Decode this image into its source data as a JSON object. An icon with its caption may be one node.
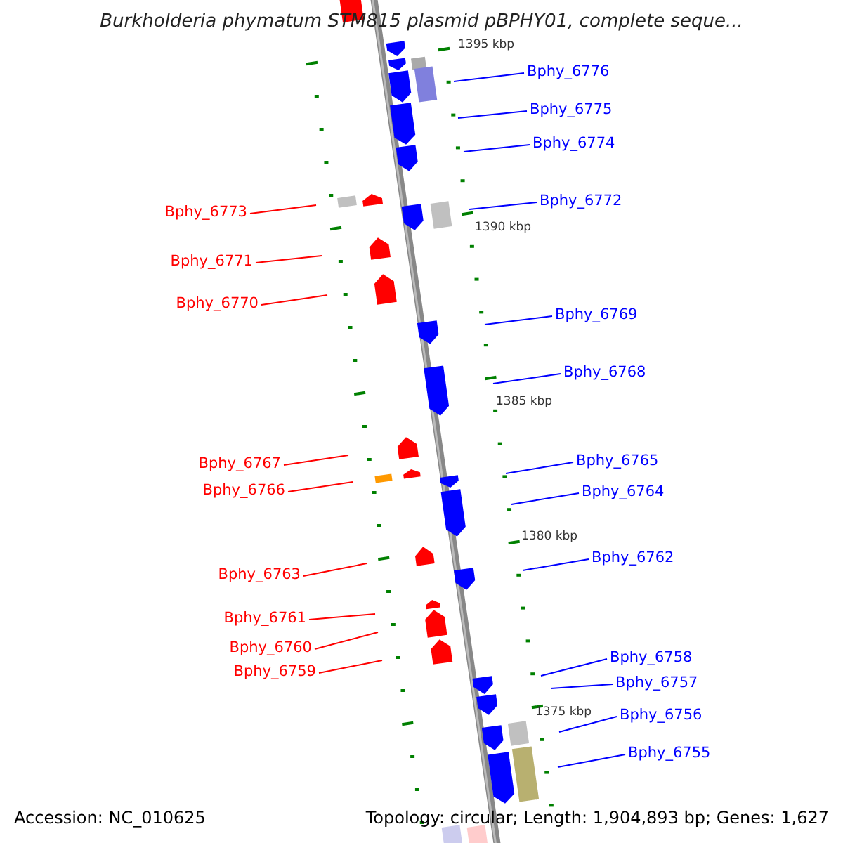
{
  "diagram": {
    "title": "Burkholderia phymatum STM815 plasmid pBPHY01, complete seque...",
    "nodes": [
      {
        "text": [
          "Bphy_6776"
        ]
      },
      {
        "text": [
          "Bphy_6775"
        ]
      },
      {
        "text": [
          "Bphy_6774"
        ]
      },
      {
        "text": [
          "Bphy_6772"
        ]
      },
      {
        "text": [
          "Bphy_6773"
        ]
      },
      {
        "text": [
          "Bphy_6771"
        ]
      },
      {
        "text": [
          "Bphy_6770"
        ]
      },
      {
        "text": [
          "Bphy_6769"
        ]
      },
      {
        "text": [
          "Bphy_6768"
        ]
      },
      {
        "text": [
          "Bphy_6767"
        ]
      },
      {
        "text": [
          "Bphy_6765"
        ]
      },
      {
        "text": [
          "Bphy_6766"
        ]
      },
      {
        "text": [
          "Bphy_6764"
        ]
      },
      {
        "text": [
          "Bphy_6762"
        ]
      },
      {
        "text": [
          "Bphy_6763"
        ]
      },
      {
        "text": [
          "Bphy_6761"
        ]
      },
      {
        "text": [
          "Bphy_6760"
        ]
      },
      {
        "text": [
          "Bphy_6758"
        ]
      },
      {
        "text": [
          "Bphy_6759"
        ]
      },
      {
        "text": [
          "Bphy_6757"
        ]
      },
      {
        "text": [
          "Bphy_6756"
        ]
      },
      {
        "text": [
          "Bphy_6755"
        ]
      }
    ],
    "edges": [
      {
        "from": 0,
        "to": null,
        "arrow": "none"
      },
      {
        "from": 1,
        "to": null,
        "arrow": "none"
      },
      {
        "from": 2,
        "to": null,
        "arrow": "none"
      },
      {
        "from": 3,
        "to": null,
        "arrow": "none"
      },
      {
        "from": 4,
        "to": null,
        "arrow": "none",
        "color": "#ff0000"
      },
      {
        "from": 5,
        "to": null,
        "arrow": "none",
        "color": "#ff0000"
      },
      {
        "from": 6,
        "to": null,
        "arrow": "none",
        "color": "#ff0000"
      },
      {
        "from": 7,
        "to": null,
        "arrow": "none"
      },
      {
        "from": 8,
        "to": null,
        "arrow": "none"
      },
      {
        "from": 9,
        "to": null,
        "arrow": "none",
        "color": "#ff0000"
      },
      {
        "from": 10,
        "to": null,
        "arrow": "none"
      },
      {
        "from": 11,
        "to": null,
        "arrow": "none",
        "color": "#ff0000"
      },
      {
        "from": 12,
        "to": null,
        "arrow": "none"
      },
      {
        "from": 13,
        "to": null,
        "arrow": "none"
      },
      {
        "from": 14,
        "to": null,
        "arrow": "none",
        "color": "#ff0000"
      },
      {
        "from": 15,
        "to": null,
        "arrow": "none",
        "color": "#ff0000"
      },
      {
        "from": 16,
        "to": null,
        "arrow": "none",
        "color": "#ff0000"
      },
      {
        "from": 17,
        "to": null,
        "arrow": "none"
      },
      {
        "from": 18,
        "to": null,
        "arrow": "none",
        "color": "#ff0000"
      },
      {
        "from": 19,
        "to": null,
        "arrow": "none"
      },
      {
        "from": 20,
        "to": null,
        "arrow": "none"
      },
      {
        "from": 21,
        "to": null,
        "arrow": "none"
      }
    ],
    "labels": [
      "1395 kbp",
      "1390 kbp",
      "1385 kbp",
      "1380 kbp",
      "1375 kbp",
      "Accession: NC_010625",
      "Topology: circular; Length: 1,904,893 bp; Genes: 1,627"
    ]
  }
}
